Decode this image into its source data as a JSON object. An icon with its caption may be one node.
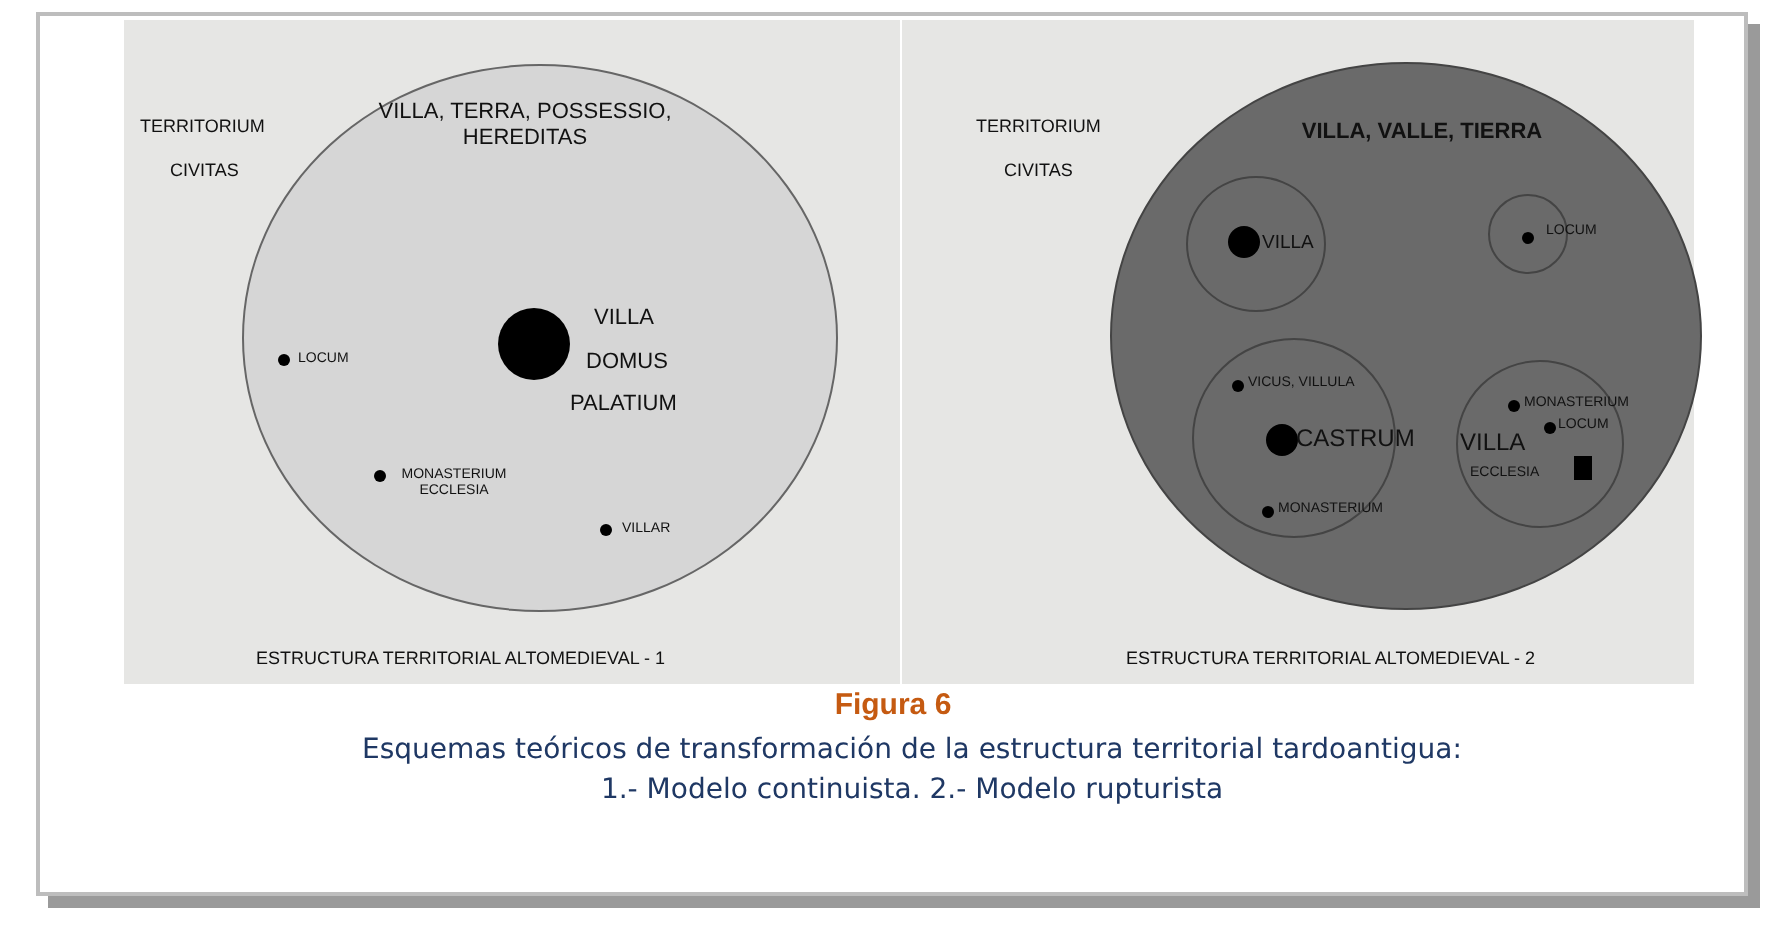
{
  "diagram": {
    "title": "Figura 6",
    "caption": "Esquemas teóricos de transformación de la estructura territorial tardoantigua: 1.- Modelo continuista. 2.- Modelo rupturista",
    "nodes": [
      {
        "text": [
          "VILLA, TERRA, POSSESSIO, HEREDITAS",
          "VILLA",
          "DOMUS",
          "PALATIUM",
          "LOCUM",
          "MONASTERIUM ECCLESIA",
          "VILLAR"
        ],
        "beside": [
          "TERRITORIUM",
          "CIVITAS"
        ]
      },
      {
        "text": [
          "VILLA, VALLE, TIERRA"
        ],
        "beside": [
          "TERRITORIUM",
          "CIVITAS"
        ]
      },
      {
        "text": [
          "VILLA"
        ],
        "in": 1
      },
      {
        "text": [
          "LOCUM"
        ],
        "in": 1
      },
      {
        "text": [
          "VICUS, VILLULA",
          "CASTRUM",
          "MONASTERIUM"
        ],
        "in": 1
      },
      {
        "text": [
          "MONASTERIUM",
          "LOCUM",
          "VILLA",
          "ECCLESIA"
        ],
        "in": 1
      }
    ],
    "edges": [],
    "labels": [
      "ESTRUCTURA TERRITORIAL ALTOMEDIEVAL - 1",
      "ESTRUCTURA TERRITORIAL ALTOMEDIEVAL - 2"
    ]
  }
}
